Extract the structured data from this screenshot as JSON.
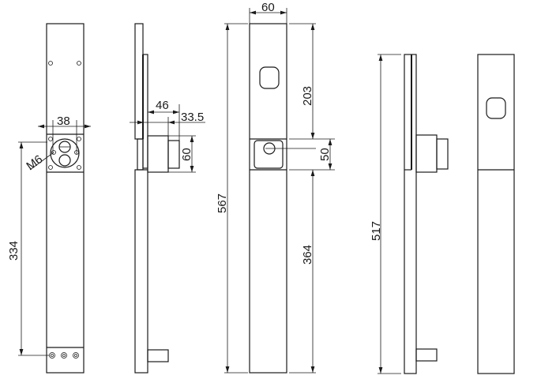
{
  "title": "Lock handle technical drawing",
  "dimensions": {
    "width_38": "38",
    "thread_m6": "M6",
    "height_334": "334",
    "depth_46": "46",
    "depth_33_5": "33.5",
    "knob_60": "60",
    "width_60": "60",
    "height_567": "567",
    "top_203": "203",
    "lock_50": "50",
    "bottom_364": "364",
    "height_517": "517"
  },
  "colors": {
    "line": "#1a1a1a",
    "background": "#ffffff"
  }
}
